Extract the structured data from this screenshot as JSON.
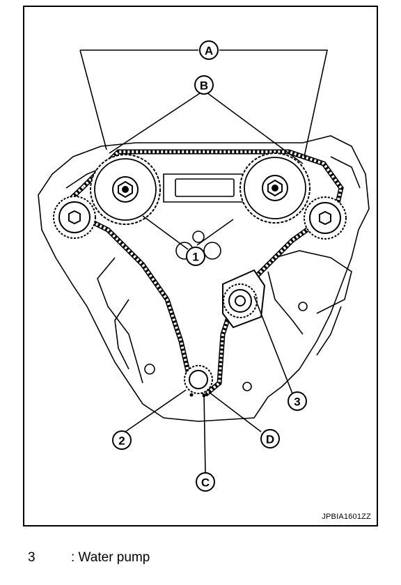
{
  "figure": {
    "id": "JPBIA1601ZZ",
    "callouts": {
      "A": "A",
      "B": "B",
      "C": "C",
      "D": "D",
      "n1": "1",
      "n2": "2",
      "n3": "3"
    }
  },
  "legend": [
    {
      "number": "3",
      "text": ": Water pump"
    }
  ],
  "colors": {
    "line": "#000000",
    "background": "#ffffff"
  }
}
